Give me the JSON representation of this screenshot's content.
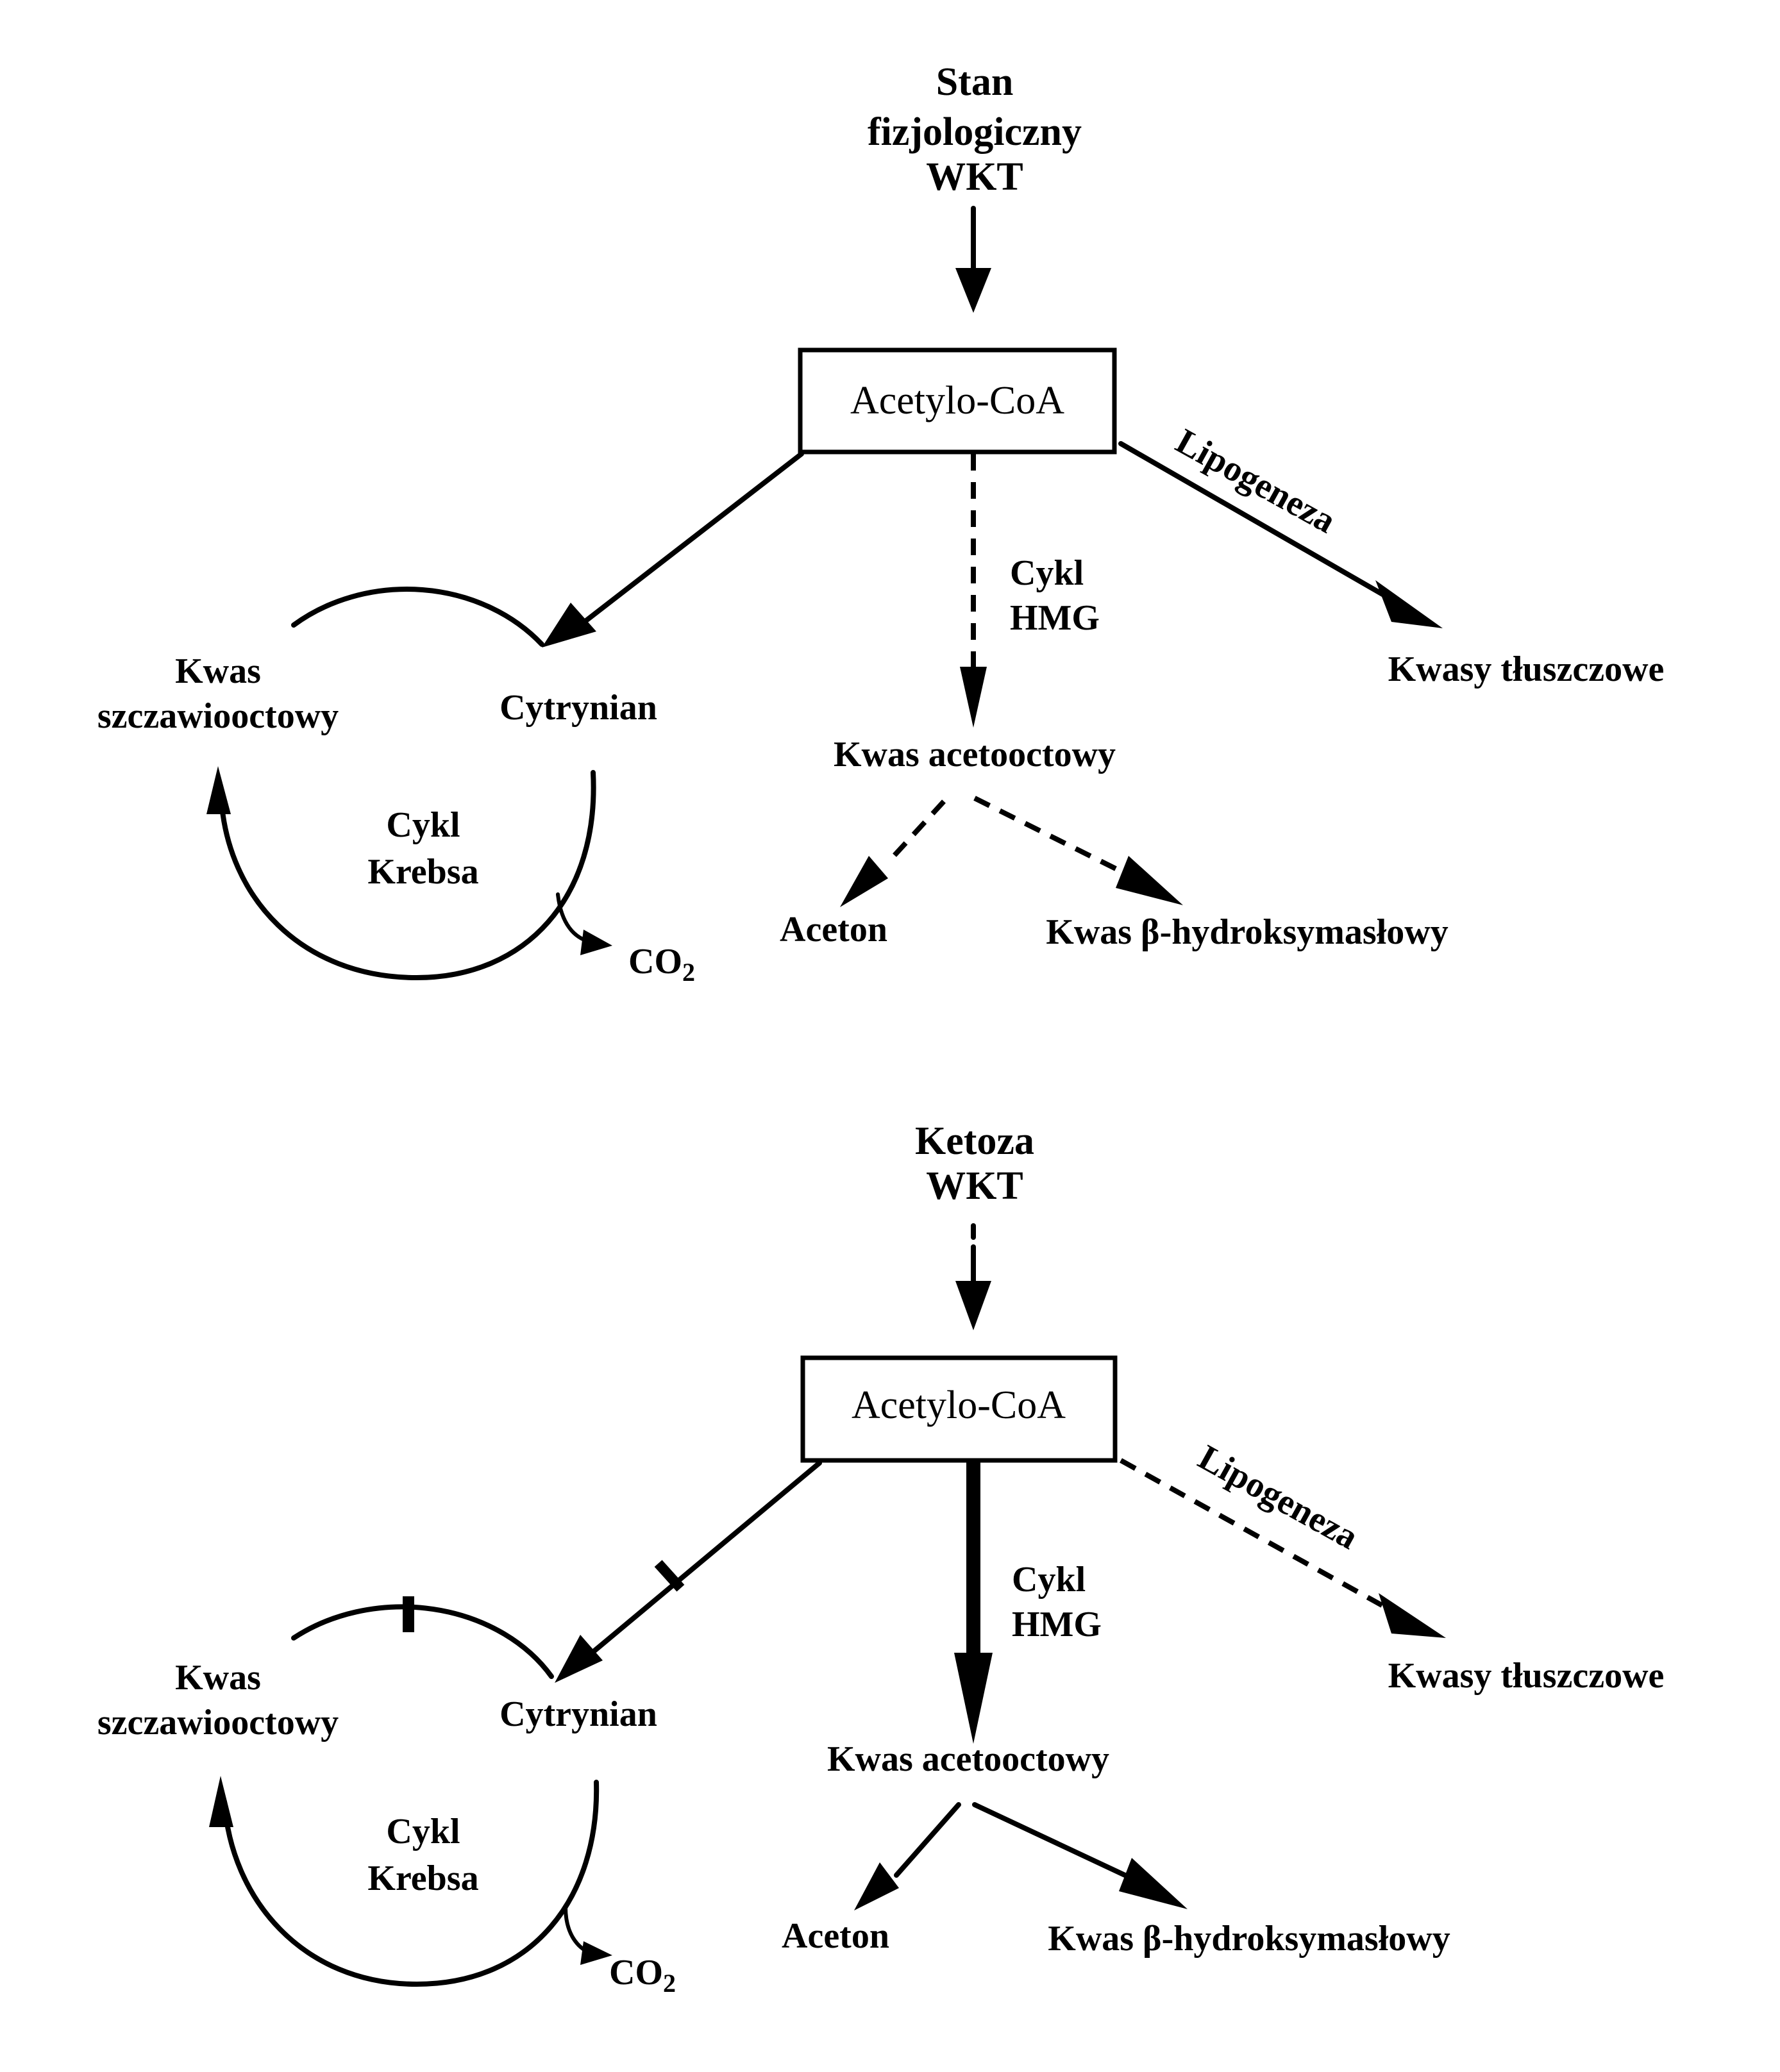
{
  "panels": [
    {
      "id": "physiological",
      "title_lines": [
        "Stan",
        "fizjologiczny",
        "WKT"
      ],
      "input_arrow_style": "solid",
      "center_node": "Acetylo-CoA",
      "krebs": {
        "left_node": [
          "Kwas",
          "szczawiooctowy"
        ],
        "right_node": "Cytrynian",
        "cycle_label": [
          "Cykl",
          "Krebsa"
        ],
        "co2": "CO",
        "co2_sub": "2",
        "entry_arrow_style": "solid",
        "blocked": false
      },
      "hmg": {
        "label": [
          "Cykl",
          "HMG"
        ],
        "arrow_style": "dashed",
        "product": "Kwas acetooctowy"
      },
      "lipogenesis": {
        "label": "Lipogeneza",
        "arrow_style": "solid",
        "product": "Kwasy tłuszczowe"
      },
      "ketone_products": {
        "arrow_style": "dashed",
        "left": "Aceton",
        "right": "Kwas β-hydroksymasłowy"
      }
    },
    {
      "id": "ketosis",
      "title_lines": [
        "Ketoza",
        "WKT"
      ],
      "input_arrow_style": "partly-dashed",
      "center_node": "Acetylo-CoA",
      "krebs": {
        "left_node": [
          "Kwas",
          "szczawiooctowy"
        ],
        "right_node": "Cytrynian",
        "cycle_label": [
          "Cykl",
          "Krebsa"
        ],
        "co2": "CO",
        "co2_sub": "2",
        "entry_arrow_style": "solid-blocked",
        "blocked": true
      },
      "hmg": {
        "label": [
          "Cykl",
          "HMG"
        ],
        "arrow_style": "bold",
        "product": "Kwas acetooctowy"
      },
      "lipogenesis": {
        "label": "Lipogeneza",
        "arrow_style": "dashed",
        "product": "Kwasy tłuszczowe"
      },
      "ketone_products": {
        "arrow_style": "solid",
        "left": "Aceton",
        "right": "Kwas β-hydroksymasłowy"
      }
    }
  ]
}
